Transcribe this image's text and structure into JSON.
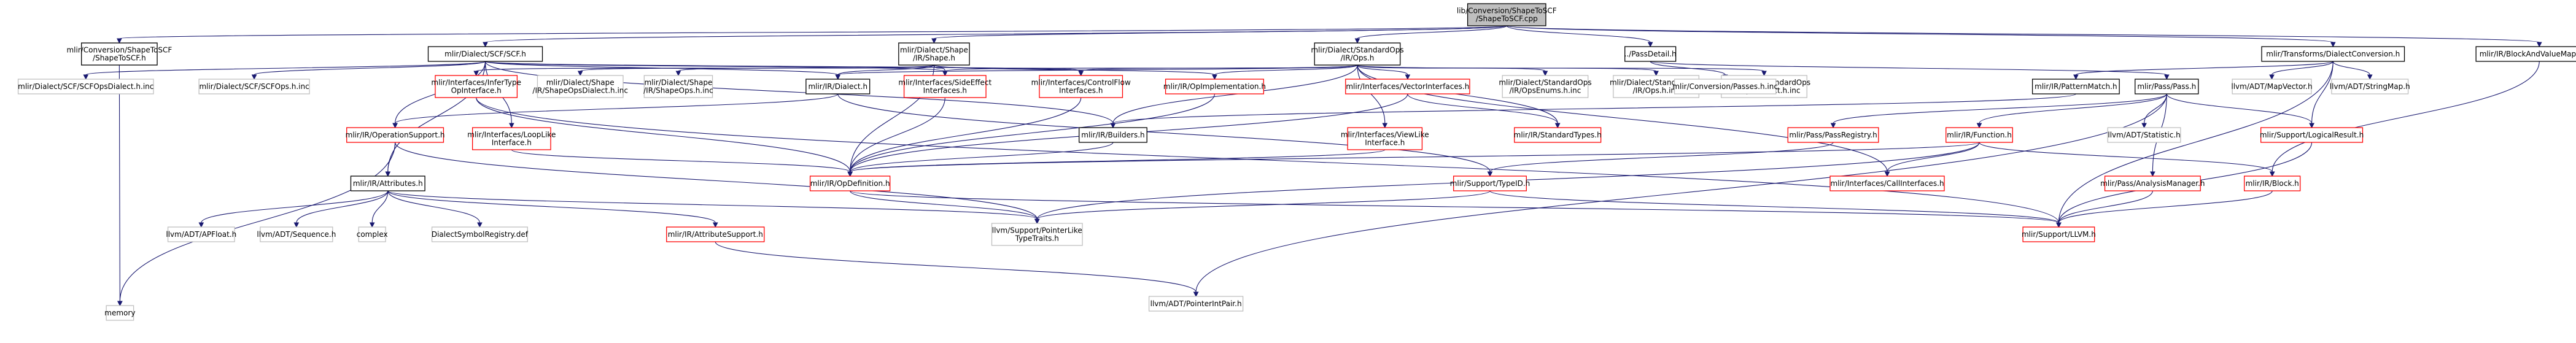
{
  "colors": {
    "edge": "#191970",
    "text": "#000000",
    "root_fill": "#bfbfbf",
    "root_border": "#000000",
    "header_border": "#bfbfbf",
    "plain_border": "#000000",
    "linked_border": "#ff0000",
    "node_fill": "#ffffff"
  },
  "nodes": [
    {
      "id": "root",
      "lines": [
        "lib/Conversion/ShapeToSCF",
        "/ShapeToSCF.cpp"
      ],
      "kind": "root"
    },
    {
      "id": "conv_h",
      "lines": [
        "mlir/Conversion/ShapeToSCF",
        "/ShapeToSCF.h"
      ],
      "kind": "plain"
    },
    {
      "id": "scf_h",
      "lines": [
        "mlir/Dialect/SCF/SCF.h"
      ],
      "kind": "plain"
    },
    {
      "id": "shape_h",
      "lines": [
        "mlir/Dialect/Shape",
        "/IR/Shape.h"
      ],
      "kind": "plain"
    },
    {
      "id": "stdops_h",
      "lines": [
        "mlir/Dialect/StandardOps",
        "/IR/Ops.h"
      ],
      "kind": "plain"
    },
    {
      "id": "passdetail",
      "lines": [
        "../PassDetail.h"
      ],
      "kind": "plain"
    },
    {
      "id": "dialconv",
      "lines": [
        "mlir/Transforms/DialectConversion.h"
      ],
      "kind": "plain"
    },
    {
      "id": "blockmap",
      "lines": [
        "mlir/IR/BlockAndValueMapping.h"
      ],
      "kind": "plain"
    },
    {
      "id": "memory",
      "lines": [
        "memory"
      ],
      "kind": "header"
    },
    {
      "id": "scfdial_inc",
      "lines": [
        "mlir/Dialect/SCF/SCFOpsDialect.h.inc"
      ],
      "kind": "header"
    },
    {
      "id": "scfops_inc",
      "lines": [
        "mlir/Dialect/SCF/SCFOps.h.inc"
      ],
      "kind": "header"
    },
    {
      "id": "infertype",
      "lines": [
        "mlir/Interfaces/InferType",
        "OpInterface.h"
      ],
      "kind": "linked"
    },
    {
      "id": "shapedial_inc",
      "lines": [
        "mlir/Dialect/Shape",
        "/IR/ShapeOpsDialect.h.inc"
      ],
      "kind": "header"
    },
    {
      "id": "shapeops_inc",
      "lines": [
        "mlir/Dialect/Shape",
        "/IR/ShapeOps.h.inc"
      ],
      "kind": "header"
    },
    {
      "id": "dialect_h",
      "lines": [
        "mlir/IR/Dialect.h"
      ],
      "kind": "plain"
    },
    {
      "id": "sideeff",
      "lines": [
        "mlir/Interfaces/SideEffect",
        "Interfaces.h"
      ],
      "kind": "linked"
    },
    {
      "id": "ctrlflow",
      "lines": [
        "mlir/Interfaces/ControlFlow",
        "Interfaces.h"
      ],
      "kind": "linked"
    },
    {
      "id": "opimpl",
      "lines": [
        "mlir/IR/OpImplementation.h"
      ],
      "kind": "linked"
    },
    {
      "id": "vecintf",
      "lines": [
        "mlir/Interfaces/VectorInterfaces.h"
      ],
      "kind": "linked"
    },
    {
      "id": "stdenums",
      "lines": [
        "mlir/Dialect/StandardOps",
        "/IR/OpsEnums.h.inc"
      ],
      "kind": "header"
    },
    {
      "id": "stdops_inc",
      "lines": [
        "mlir/Dialect/StandardOps",
        "/IR/Ops.h.inc"
      ],
      "kind": "header"
    },
    {
      "id": "stddial_inc",
      "lines": [
        "mlir/Dialect/StandardOps",
        "/IR/OpsDialect.h.inc"
      ],
      "kind": "header"
    },
    {
      "id": "passes_inc",
      "lines": [
        "mlir/Conversion/Passes.h.inc"
      ],
      "kind": "header"
    },
    {
      "id": "patmatch",
      "lines": [
        "mlir/IR/PatternMatch.h"
      ],
      "kind": "plain"
    },
    {
      "id": "pass_h",
      "lines": [
        "mlir/Pass/Pass.h"
      ],
      "kind": "plain"
    },
    {
      "id": "mapvector",
      "lines": [
        "llvm/ADT/MapVector.h"
      ],
      "kind": "header"
    },
    {
      "id": "stringmap",
      "lines": [
        "llvm/ADT/StringMap.h"
      ],
      "kind": "header"
    },
    {
      "id": "opsupport",
      "lines": [
        "mlir/IR/OperationSupport.h"
      ],
      "kind": "linked"
    },
    {
      "id": "loopintf",
      "lines": [
        "mlir/Interfaces/LoopLike",
        "Interface.h"
      ],
      "kind": "linked"
    },
    {
      "id": "builders",
      "lines": [
        "mlir/IR/Builders.h"
      ],
      "kind": "plain"
    },
    {
      "id": "viewintf",
      "lines": [
        "mlir/Interfaces/ViewLike",
        "Interface.h"
      ],
      "kind": "linked"
    },
    {
      "id": "stdtypes",
      "lines": [
        "mlir/IR/StandardTypes.h"
      ],
      "kind": "linked"
    },
    {
      "id": "passreg",
      "lines": [
        "mlir/Pass/PassRegistry.h"
      ],
      "kind": "linked"
    },
    {
      "id": "function_h",
      "lines": [
        "mlir/IR/Function.h"
      ],
      "kind": "linked"
    },
    {
      "id": "statistic",
      "lines": [
        "llvm/ADT/Statistic.h"
      ],
      "kind": "header"
    },
    {
      "id": "logresult",
      "lines": [
        "mlir/Support/LogicalResult.h"
      ],
      "kind": "linked"
    },
    {
      "id": "attributes",
      "lines": [
        "mlir/IR/Attributes.h"
      ],
      "kind": "plain"
    },
    {
      "id": "opdef",
      "lines": [
        "mlir/IR/OpDefinition.h"
      ],
      "kind": "linked"
    },
    {
      "id": "typeid",
      "lines": [
        "mlir/Support/TypeID.h"
      ],
      "kind": "linked"
    },
    {
      "id": "callintf",
      "lines": [
        "mlir/Interfaces/CallInterfaces.h"
      ],
      "kind": "linked"
    },
    {
      "id": "analysis",
      "lines": [
        "mlir/Pass/AnalysisManager.h"
      ],
      "kind": "linked"
    },
    {
      "id": "block_h",
      "lines": [
        "mlir/IR/Block.h"
      ],
      "kind": "linked"
    },
    {
      "id": "apfloat",
      "lines": [
        "llvm/ADT/APFloat.h"
      ],
      "kind": "header"
    },
    {
      "id": "sequence",
      "lines": [
        "llvm/ADT/Sequence.h"
      ],
      "kind": "header"
    },
    {
      "id": "complex",
      "lines": [
        "complex"
      ],
      "kind": "header"
    },
    {
      "id": "dialsymreg",
      "lines": [
        "DialectSymbolRegistry.def"
      ],
      "kind": "header"
    },
    {
      "id": "attrsupport",
      "lines": [
        "mlir/IR/AttributeSupport.h"
      ],
      "kind": "linked"
    },
    {
      "id": "ptrlike",
      "lines": [
        "llvm/Support/PointerLike",
        "TypeTraits.h"
      ],
      "kind": "header"
    },
    {
      "id": "llvm_h",
      "lines": [
        "mlir/Support/LLVM.h"
      ],
      "kind": "linked"
    },
    {
      "id": "ptrintpair",
      "lines": [
        "llvm/ADT/PointerIntPair.h"
      ],
      "kind": "header"
    }
  ],
  "edges": [
    [
      "root",
      "conv_h"
    ],
    [
      "root",
      "scf_h"
    ],
    [
      "root",
      "shape_h"
    ],
    [
      "root",
      "stdops_h"
    ],
    [
      "root",
      "passdetail"
    ],
    [
      "root",
      "dialconv"
    ],
    [
      "root",
      "blockmap"
    ],
    [
      "conv_h",
      "memory"
    ],
    [
      "scf_h",
      "scfdial_inc"
    ],
    [
      "scf_h",
      "scfops_inc"
    ],
    [
      "scf_h",
      "dialect_h"
    ],
    [
      "scf_h",
      "builders"
    ],
    [
      "scf_h",
      "loopintf"
    ],
    [
      "scf_h",
      "sideeff"
    ],
    [
      "scf_h",
      "opsupport"
    ],
    [
      "scf_h",
      "attributes"
    ],
    [
      "scf_h",
      "ctrlflow"
    ],
    [
      "shape_h",
      "infertype"
    ],
    [
      "shape_h",
      "shapedial_inc"
    ],
    [
      "shape_h",
      "shapeops_inc"
    ],
    [
      "shape_h",
      "dialect_h"
    ],
    [
      "shape_h",
      "sideeff"
    ],
    [
      "shape_h",
      "ctrlflow"
    ],
    [
      "shape_h",
      "opimpl"
    ],
    [
      "shape_h",
      "opdef"
    ],
    [
      "stdops_h",
      "dialect_h"
    ],
    [
      "stdops_h",
      "ctrlflow"
    ],
    [
      "stdops_h",
      "opimpl"
    ],
    [
      "stdops_h",
      "vecintf"
    ],
    [
      "stdops_h",
      "stdenums"
    ],
    [
      "stdops_h",
      "stdops_inc"
    ],
    [
      "stdops_h",
      "stddial_inc"
    ],
    [
      "stdops_h",
      "builders"
    ],
    [
      "stdops_h",
      "viewintf"
    ],
    [
      "stdops_h",
      "stdtypes"
    ],
    [
      "stdops_h",
      "callintf"
    ],
    [
      "stdops_h",
      "sideeff"
    ],
    [
      "passdetail",
      "passes_inc"
    ],
    [
      "passdetail",
      "pass_h"
    ],
    [
      "dialconv",
      "patmatch"
    ],
    [
      "dialconv",
      "mapvector"
    ],
    [
      "dialconv",
      "stringmap"
    ],
    [
      "dialconv",
      "logresult"
    ],
    [
      "dialconv",
      "llvm_h"
    ],
    [
      "blockmap",
      "block_h"
    ],
    [
      "infertype",
      "opdef"
    ],
    [
      "infertype",
      "llvm_h"
    ],
    [
      "dialect_h",
      "opsupport"
    ],
    [
      "dialect_h",
      "typeid"
    ],
    [
      "sideeff",
      "opdef"
    ],
    [
      "ctrlflow",
      "opdef"
    ],
    [
      "opimpl",
      "opdef"
    ],
    [
      "vecintf",
      "opdef"
    ],
    [
      "vecintf",
      "stdtypes"
    ],
    [
      "patmatch",
      "builders"
    ],
    [
      "pass_h",
      "passreg"
    ],
    [
      "pass_h",
      "function_h"
    ],
    [
      "pass_h",
      "statistic"
    ],
    [
      "pass_h",
      "logresult"
    ],
    [
      "pass_h",
      "analysis"
    ],
    [
      "pass_h",
      "ptrintpair"
    ],
    [
      "opsupport",
      "attributes"
    ],
    [
      "opsupport",
      "memory"
    ],
    [
      "opsupport",
      "ptrlike"
    ],
    [
      "loopintf",
      "opdef"
    ],
    [
      "builders",
      "opdef"
    ],
    [
      "viewintf",
      "opdef"
    ],
    [
      "passreg",
      "typeid"
    ],
    [
      "function_h",
      "callintf"
    ],
    [
      "function_h",
      "block_h"
    ],
    [
      "function_h",
      "opdef"
    ],
    [
      "function_h",
      "ptrlike"
    ],
    [
      "logresult",
      "llvm_h"
    ],
    [
      "attributes",
      "apfloat"
    ],
    [
      "attributes",
      "sequence"
    ],
    [
      "attributes",
      "complex"
    ],
    [
      "attributes",
      "dialsymreg"
    ],
    [
      "attributes",
      "attrsupport"
    ],
    [
      "attributes",
      "ptrlike"
    ],
    [
      "opdef",
      "ptrlike"
    ],
    [
      "opdef",
      "llvm_h"
    ],
    [
      "typeid",
      "ptrlike"
    ],
    [
      "typeid",
      "llvm_h"
    ],
    [
      "analysis",
      "llvm_h"
    ],
    [
      "block_h",
      "llvm_h"
    ],
    [
      "attrsupport",
      "ptrintpair"
    ]
  ]
}
